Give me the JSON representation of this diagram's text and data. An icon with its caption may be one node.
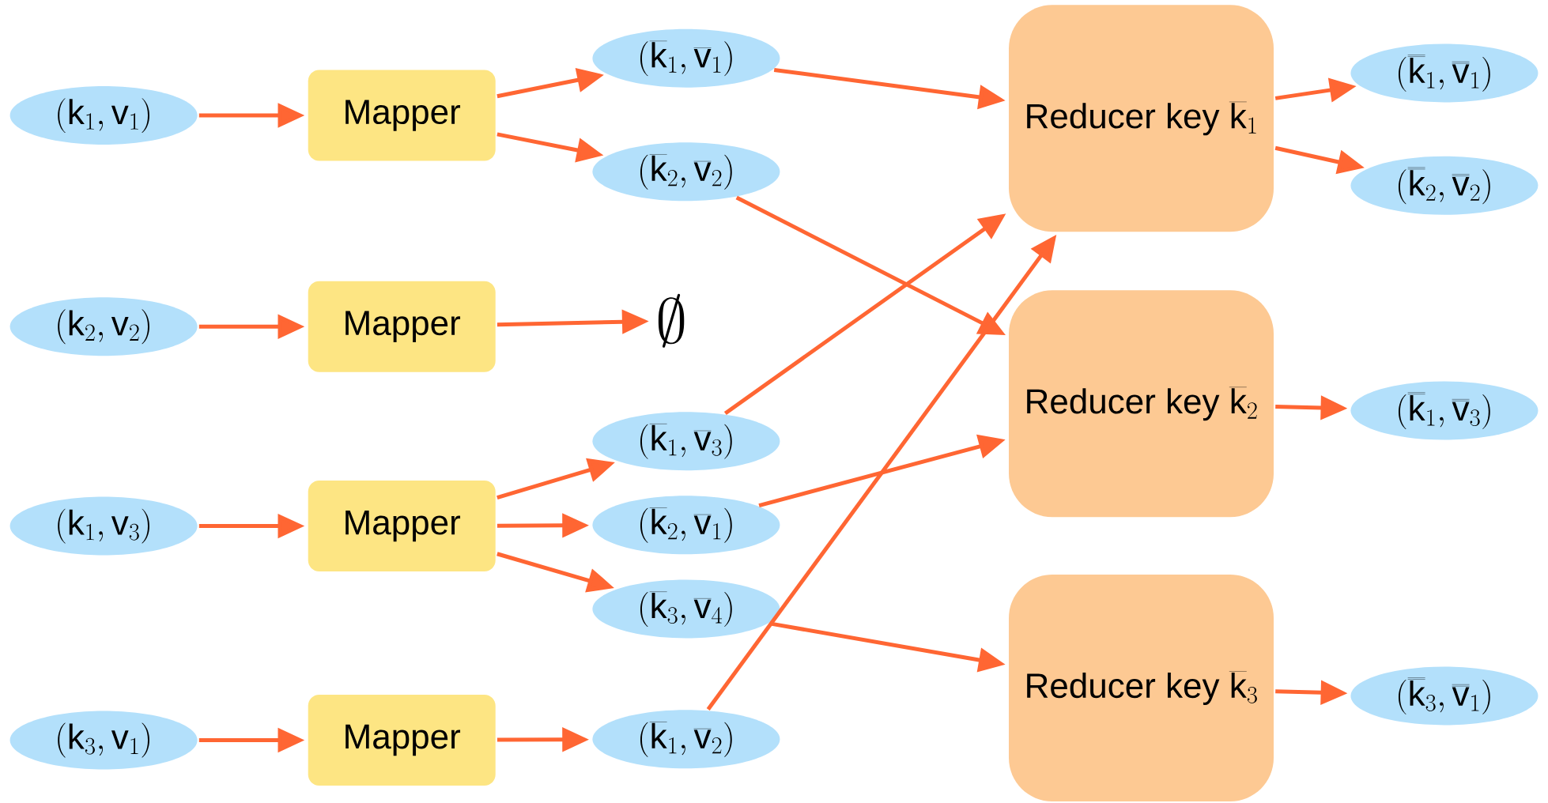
{
  "diagram": {
    "nodes": [
      {
        "text": [
          "(\\mathsf{k}_{1}, \\mathsf{v}_{1})"
        ]
      },
      {
        "text": [
          "(\\mathsf{k}_{2}, \\mathsf{v}_{2})"
        ]
      },
      {
        "text": [
          "(\\mathsf{k}_{1}, \\mathsf{v}_{3})"
        ]
      },
      {
        "text": [
          "(\\mathsf{k}_{3}, \\mathsf{v}_{1})"
        ]
      },
      {
        "text": [
          "\\mathsf{Mapper}"
        ]
      },
      {
        "text": [
          "\\mathsf{Mapper}"
        ]
      },
      {
        "text": [
          "\\mathsf{Mapper}"
        ]
      },
      {
        "text": [
          "\\mathsf{Mapper}"
        ]
      },
      {
        "text": [
          "(\\overline{\\mathsf{k}}_{1}, \\overline{\\mathsf{v}}_{1})"
        ]
      },
      {
        "text": [
          "(\\overline{\\mathsf{k}}_{2}, \\overline{\\mathsf{v}}_{2})"
        ]
      },
      {
        "text": [
          "\\emptyset"
        ]
      },
      {
        "text": [
          "(\\overline{\\mathsf{k}}_{1}, \\overline{\\mathsf{v}}_{3})"
        ]
      },
      {
        "text": [
          "(\\overline{\\mathsf{k}}_{2}, \\overline{\\mathsf{v}}_{1})"
        ]
      },
      {
        "text": [
          "(\\overline{\\mathsf{k}}_{3}, \\overline{\\mathsf{v}}_{4})"
        ]
      },
      {
        "text": [
          "(\\overline{\\mathsf{k}}_{1}, \\overline{\\mathsf{v}}_{2})"
        ]
      },
      {
        "text": [
          "\\mathsf{Reducer\\ key}\\ \\overline{\\mathsf{k}}_{1}"
        ]
      },
      {
        "text": [
          "\\mathsf{Reducer\\ key}\\ \\overline{\\mathsf{k}}_{2}"
        ]
      },
      {
        "text": [
          "\\mathsf{Reducer\\ key}\\ \\overline{\\mathsf{k}}_{3}"
        ]
      },
      {
        "text": [
          "(\\overline{\\overline{\\mathsf{k}}}_{1}, \\overline{\\overline{\\mathsf{v}}}_{1})"
        ]
      },
      {
        "text": [
          "(\\overline{\\overline{\\mathsf{k}}}_{2}, \\overline{\\overline{\\mathsf{v}}}_{2})"
        ]
      },
      {
        "text": [
          "(\\overline{\\overline{\\mathsf{k}}}_{1}, \\overline{\\overline{\\mathsf{v}}}_{3})"
        ]
      },
      {
        "text": [
          "(\\overline{\\overline{\\mathsf{k}}}_{3}, \\overline{\\overline{\\mathsf{v}}}_{1})"
        ]
      }
    ],
    "edges": [
      {
        "from": 0,
        "to": 4,
        "arrow": "to"
      },
      {
        "from": 1,
        "to": 5,
        "arrow": "to"
      },
      {
        "from": 2,
        "to": 6,
        "arrow": "to"
      },
      {
        "from": 3,
        "to": 7,
        "arrow": "to"
      },
      {
        "from": 4,
        "to": 8,
        "arrow": "to"
      },
      {
        "from": 4,
        "to": 9,
        "arrow": "to"
      },
      {
        "from": 5,
        "to": 10,
        "arrow": "to"
      },
      {
        "from": 6,
        "to": 11,
        "arrow": "to"
      },
      {
        "from": 6,
        "to": 12,
        "arrow": "to"
      },
      {
        "from": 6,
        "to": 13,
        "arrow": "to"
      },
      {
        "from": 7,
        "to": 14,
        "arrow": "to"
      },
      {
        "from": 8,
        "to": 15,
        "arrow": "to"
      },
      {
        "from": 9,
        "to": 16,
        "arrow": "to"
      },
      {
        "from": 11,
        "to": 15,
        "arrow": "to"
      },
      {
        "from": 12,
        "to": 16,
        "arrow": "to"
      },
      {
        "from": 13,
        "to": 17,
        "arrow": "to"
      },
      {
        "from": 14,
        "to": 15,
        "arrow": "to"
      },
      {
        "from": 15,
        "to": 18,
        "arrow": "to"
      },
      {
        "from": 15,
        "to": 19,
        "arrow": "to"
      },
      {
        "from": 16,
        "to": 20,
        "arrow": "to"
      },
      {
        "from": 17,
        "to": 21,
        "arrow": "to"
      }
    ]
  }
}
